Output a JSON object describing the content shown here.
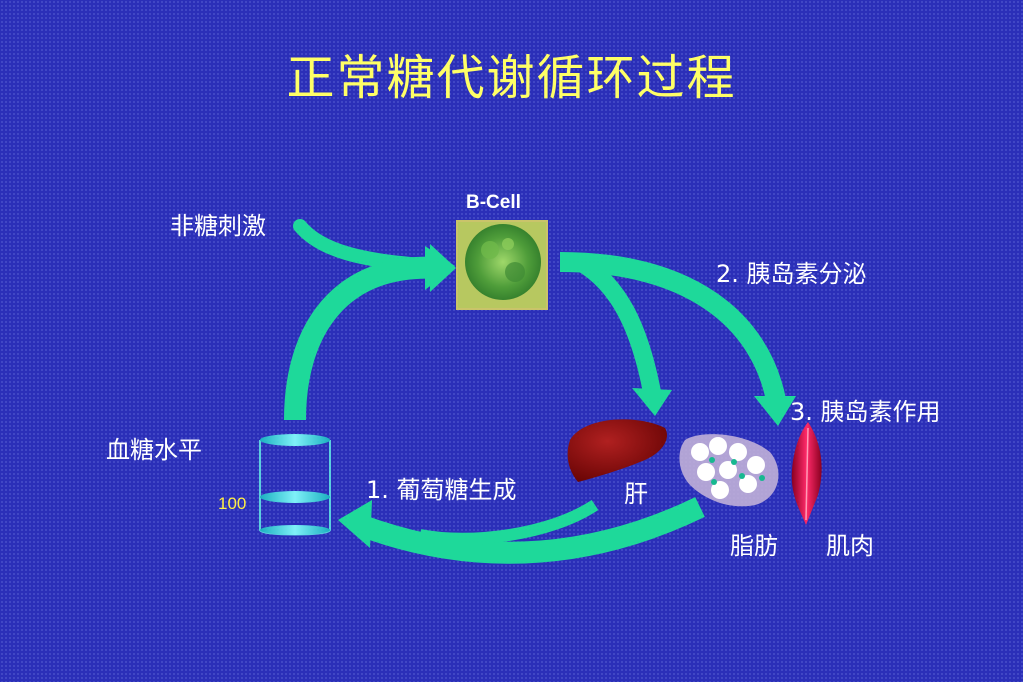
{
  "title": "正常糖代谢循环过程",
  "cell_label": "B-Cell",
  "labels": {
    "non_sugar": "非糖刺激",
    "insulin_secretion": "2. 胰岛素分泌",
    "insulin_action": "3. 胰岛素作用",
    "blood_sugar": "血糖水平",
    "gluconeogenesis": "1. 葡萄糖生成",
    "liver": "肝",
    "fat": "脂肪",
    "muscle": "肌肉",
    "level_value": "100"
  },
  "colors": {
    "background": "#2b2fb8",
    "title": "#ffff66",
    "arrow": "#1ed99a",
    "label": "#ffffff",
    "level_value": "#ffee44",
    "liver": "#8b0a0a",
    "muscle": "#e0104a",
    "cell": "#5aa840"
  },
  "icons": [
    "b-cell-image",
    "liver-icon",
    "fat-tissue-icon",
    "muscle-icon",
    "beaker-icon"
  ]
}
